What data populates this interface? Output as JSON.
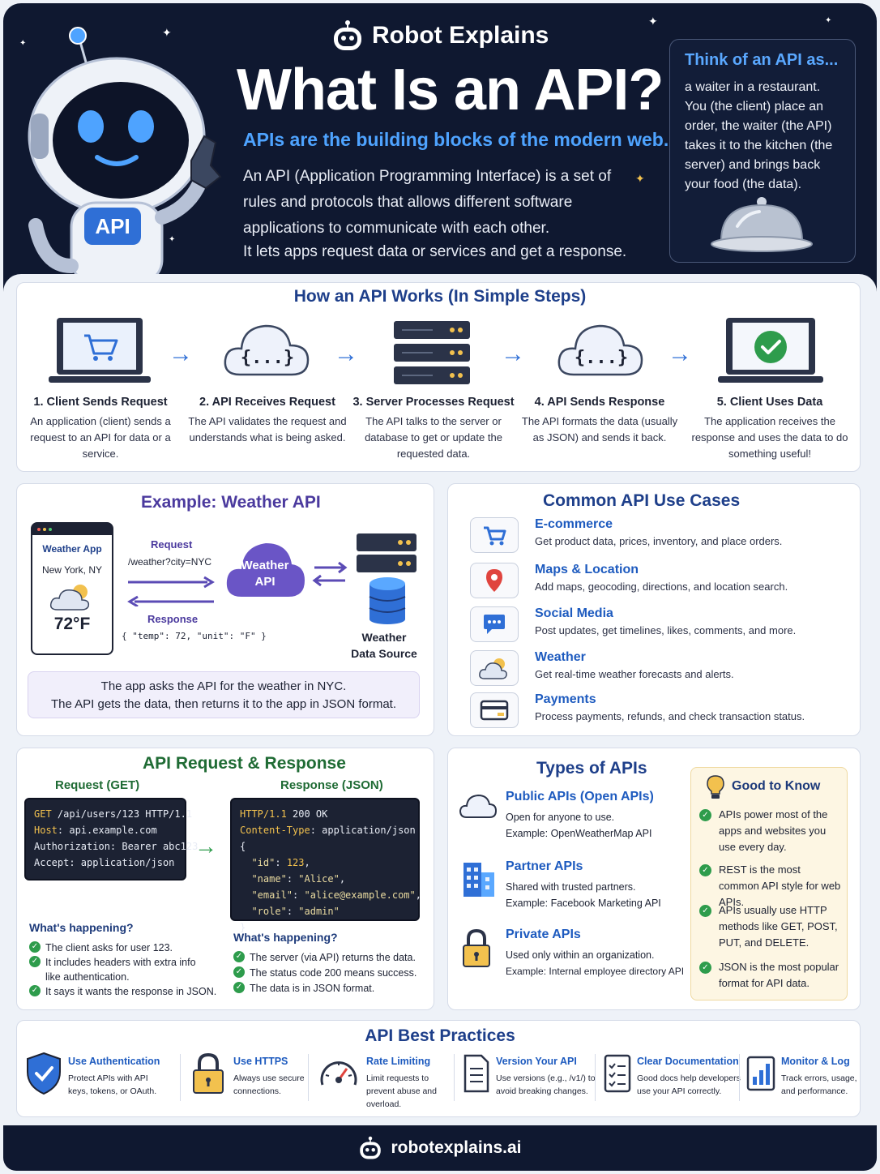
{
  "header": {
    "brand": "Robot Explains",
    "title": "What Is an API?",
    "subtitle": "APIs are the building blocks of the modern web.",
    "intro": "An API (Application Programming Interface) is a set of rules and protocols that allows different software applications to communicate with each other.",
    "intro2": "It lets apps request data or services and get a response.",
    "robot_badge": "API",
    "think_title": "Think of an API as...",
    "think_text": "a waiter in a restaurant. You (the client) place an order, the waiter (the API) takes it to the kitchen (the server) and brings back your food (the data)."
  },
  "steps": {
    "title": "How an API Works (In Simple Steps)",
    "cloud_glyph": "{...}",
    "items": [
      {
        "title": "1. Client Sends Request",
        "desc": "An application (client) sends a request to an API for data or a service."
      },
      {
        "title": "2. API Receives Request",
        "desc": "The API validates the request and understands what is being asked."
      },
      {
        "title": "3. Server Processes Request",
        "desc": "The API talks to the server or database to get or update the requested data."
      },
      {
        "title": "4. API Sends Response",
        "desc": "The API formats the data (usually as JSON) and sends it back."
      },
      {
        "title": "5. Client Uses Data",
        "desc": "The application receives the response and uses the data to do something useful!"
      }
    ]
  },
  "weather": {
    "title": "Example: Weather API",
    "app_name": "Weather App",
    "city": "New York, NY",
    "temp": "72°F",
    "request_label": "Request",
    "request_path": "/weather?city=NYC",
    "response_label": "Response",
    "response_body": "{ \"temp\": 72, \"unit\": \"F\" }",
    "api_line1": "Weather",
    "api_line2": "API",
    "source_line1": "Weather",
    "source_line2": "Data Source",
    "note_line1": "The app asks the API for the weather in NYC.",
    "note_line2": "The API gets the data, then returns it to the app in JSON format."
  },
  "use_cases": {
    "title": "Common API Use Cases",
    "items": [
      {
        "title": "E-commerce",
        "desc": "Get product data, prices, inventory, and place orders."
      },
      {
        "title": "Maps & Location",
        "desc": "Add maps, geocoding, directions, and location search."
      },
      {
        "title": "Social Media",
        "desc": "Post updates, get timelines, likes, comments, and more."
      },
      {
        "title": "Weather",
        "desc": "Get real-time weather forecasts and alerts."
      },
      {
        "title": "Payments",
        "desc": "Process payments, refunds, and check transaction status."
      }
    ]
  },
  "reqres": {
    "title": "API Request & Response",
    "request_title": "Request (GET)",
    "response_title": "Response (JSON)",
    "whats_happening": "What's happening?",
    "request_checks": [
      "The client asks for user 123.",
      "It includes headers with extra info like authentication.",
      "It says it wants the response in JSON."
    ],
    "response_checks": [
      "The server (via API) returns the data.",
      "The status code 200 means success.",
      "The data is in JSON format."
    ]
  },
  "types": {
    "title": "Types of APIs",
    "items": [
      {
        "title": "Public APIs (Open APIs)",
        "desc1": "Open for anyone to use.",
        "desc2": "Example: OpenWeatherMap API"
      },
      {
        "title": "Partner APIs",
        "desc1": "Shared with trusted partners.",
        "desc2": "Example: Facebook Marketing API"
      },
      {
        "title": "Private APIs",
        "desc1": "Used only within an organization.",
        "desc2": "Example: Internal employee directory API"
      }
    ],
    "good_title": "Good to Know",
    "good": [
      "APIs power most of the apps and websites you use every day.",
      "REST is the most common API style for web APIs.",
      "APIs usually use HTTP methods like GET, POST, PUT, and DELETE.",
      "JSON is the most popular format for API data."
    ]
  },
  "best": {
    "title": "API Best Practices",
    "items": [
      {
        "title": "Use Authentication",
        "desc": "Protect APIs with API keys, tokens, or OAuth."
      },
      {
        "title": "Use HTTPS",
        "desc": "Always use secure connections."
      },
      {
        "title": "Rate Limiting",
        "desc": "Limit requests to prevent abuse and overload."
      },
      {
        "title": "Version Your API",
        "desc": "Use versions (e.g., /v1/) to avoid breaking changes."
      },
      {
        "title": "Clear Documentation",
        "desc": "Good docs help developers use your API correctly."
      },
      {
        "title": "Monitor & Log",
        "desc": "Track errors, usage, and performance."
      }
    ]
  },
  "footer": {
    "site": "robotexplains.ai"
  }
}
